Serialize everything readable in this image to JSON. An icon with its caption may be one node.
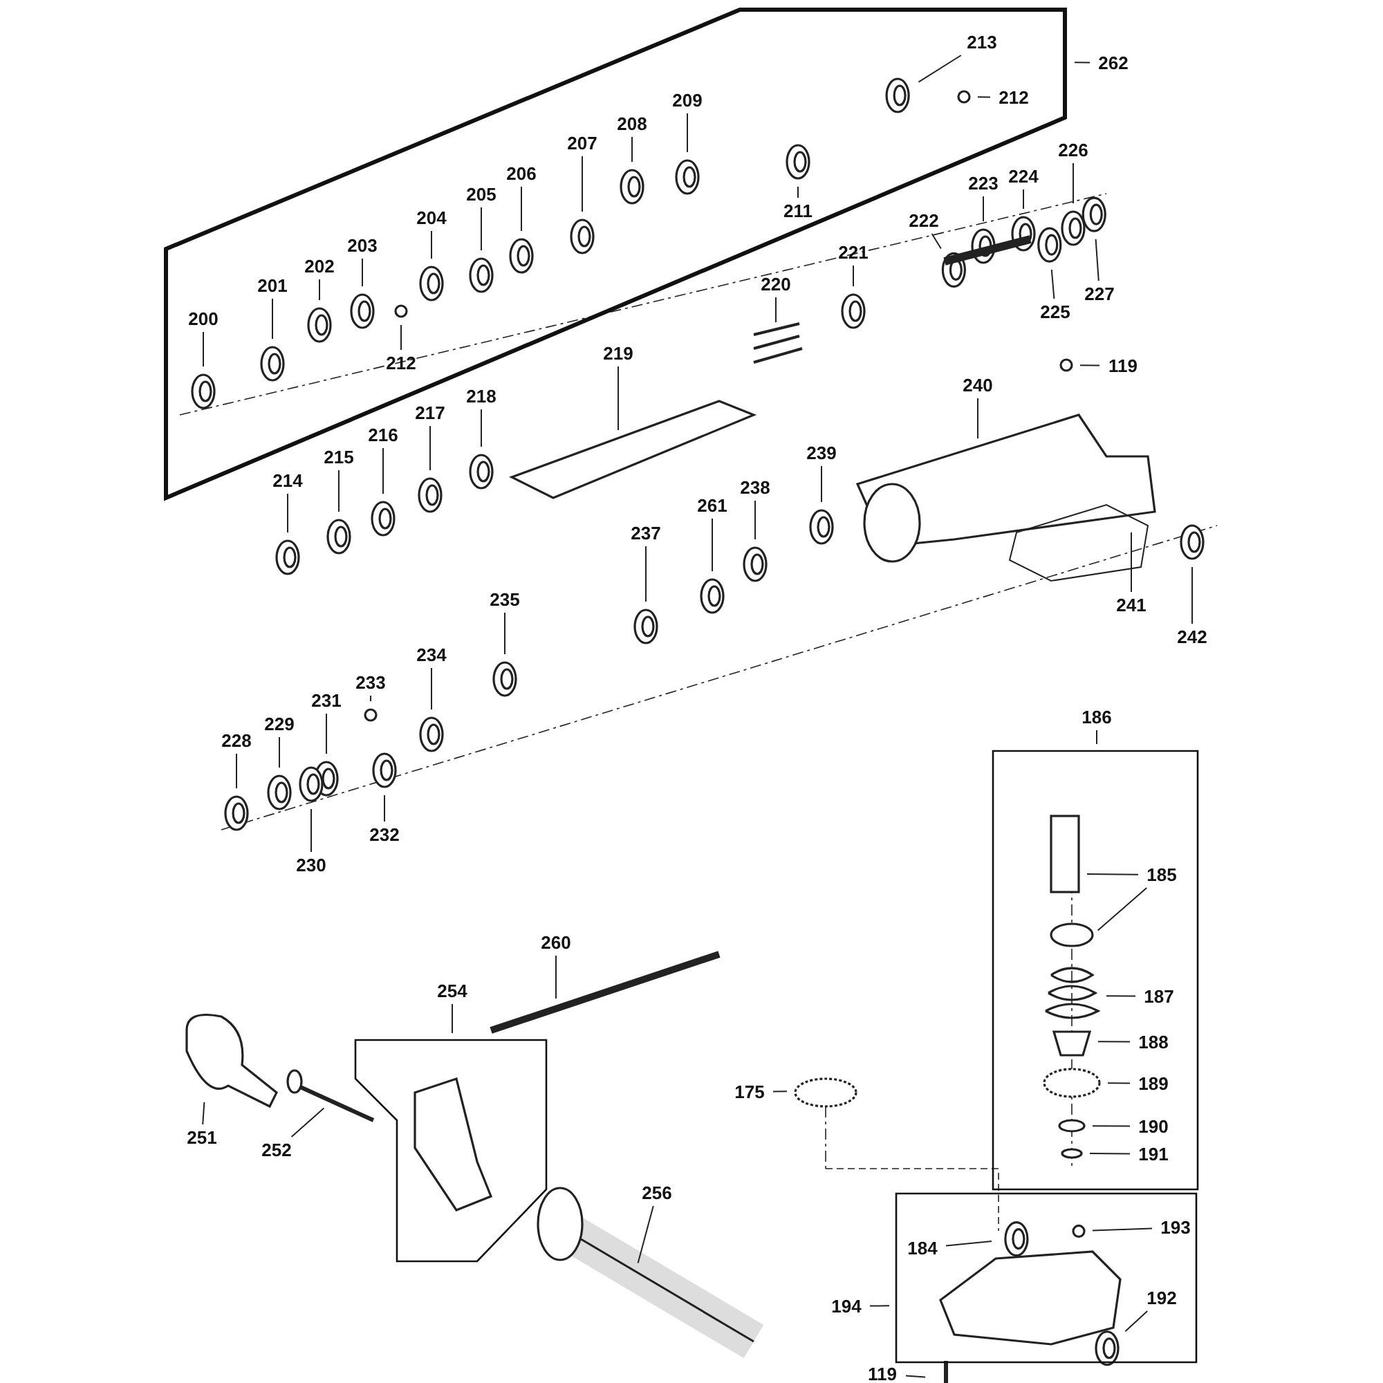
{
  "diagram": {
    "nodes": [
      {
        "text": [
          "262"
        ]
      },
      {
        "text": [
          "213"
        ],
        "in": 0
      },
      {
        "text": [
          "212"
        ],
        "in": 0
      },
      {
        "text": [
          "209"
        ],
        "in": 0
      },
      {
        "text": [
          "211"
        ],
        "in": 0
      },
      {
        "text": [
          "208"
        ],
        "in": 0
      },
      {
        "text": [
          "207"
        ],
        "in": 0
      },
      {
        "text": [
          "206"
        ],
        "in": 0
      },
      {
        "text": [
          "205"
        ],
        "in": 0
      },
      {
        "text": [
          "204"
        ],
        "in": 0
      },
      {
        "text": [
          "203"
        ],
        "in": 0
      },
      {
        "text": [
          "212"
        ],
        "in": 0
      },
      {
        "text": [
          "202"
        ],
        "in": 0
      },
      {
        "text": [
          "201"
        ],
        "in": 0
      },
      {
        "text": [
          "200"
        ],
        "in": 0
      },
      {
        "text": [
          "226"
        ]
      },
      {
        "text": [
          "224"
        ]
      },
      {
        "text": [
          "223"
        ]
      },
      {
        "text": [
          "222"
        ]
      },
      {
        "text": [
          "221"
        ]
      },
      {
        "text": [
          "227"
        ]
      },
      {
        "text": [
          "225"
        ]
      },
      {
        "text": [
          "220"
        ]
      },
      {
        "text": [
          "119"
        ]
      },
      {
        "text": [
          "219"
        ]
      },
      {
        "text": [
          "240"
        ]
      },
      {
        "text": [
          "218"
        ]
      },
      {
        "text": [
          "217"
        ]
      },
      {
        "text": [
          "216"
        ]
      },
      {
        "text": [
          "215"
        ]
      },
      {
        "text": [
          "214"
        ]
      },
      {
        "text": [
          "239"
        ]
      },
      {
        "text": [
          "238"
        ]
      },
      {
        "text": [
          "261"
        ]
      },
      {
        "text": [
          "237"
        ]
      },
      {
        "text": [
          "241"
        ]
      },
      {
        "text": [
          "242"
        ]
      },
      {
        "text": [
          "235"
        ]
      },
      {
        "text": [
          "234"
        ]
      },
      {
        "text": [
          "233"
        ]
      },
      {
        "text": [
          "231"
        ]
      },
      {
        "text": [
          "228"
        ]
      },
      {
        "text": [
          "229"
        ]
      },
      {
        "text": [
          "232"
        ]
      },
      {
        "text": [
          "230"
        ]
      },
      {
        "text": [
          "186"
        ]
      },
      {
        "text": [
          "185"
        ],
        "in": 45
      },
      {
        "text": [
          "260"
        ]
      },
      {
        "text": [
          "254"
        ]
      },
      {
        "text": [
          "187"
        ],
        "in": 45
      },
      {
        "text": [
          "188"
        ],
        "in": 45
      },
      {
        "text": [
          "175"
        ]
      },
      {
        "text": [
          "189"
        ],
        "in": 45
      },
      {
        "text": [
          "190"
        ],
        "in": 45
      },
      {
        "text": [
          "251"
        ]
      },
      {
        "text": [
          "252"
        ]
      },
      {
        "text": [
          "191"
        ],
        "in": 45
      },
      {
        "text": [
          "256"
        ]
      },
      {
        "text": [
          "194"
        ]
      },
      {
        "text": [
          "193"
        ],
        "in": 58
      },
      {
        "text": [
          "184"
        ],
        "in": 58
      },
      {
        "text": [
          "192"
        ],
        "in": 58
      },
      {
        "text": [
          "119"
        ]
      }
    ],
    "edges": [
      {
        "from": 1,
        "to": null,
        "arrow": "none"
      },
      {
        "from": 2,
        "to": null,
        "arrow": "none"
      },
      {
        "from": 3,
        "to": null,
        "arrow": "none"
      },
      {
        "from": 4,
        "to": null,
        "arrow": "none"
      },
      {
        "from": 5,
        "to": null,
        "arrow": "none"
      },
      {
        "from": 6,
        "to": null,
        "arrow": "none"
      },
      {
        "from": 7,
        "to": null,
        "arrow": "none"
      },
      {
        "from": 8,
        "to": null,
        "arrow": "none"
      },
      {
        "from": 9,
        "to": null,
        "arrow": "none"
      },
      {
        "from": 10,
        "to": null,
        "arrow": "none"
      },
      {
        "from": 11,
        "to": null,
        "arrow": "none"
      },
      {
        "from": 12,
        "to": null,
        "arrow": "none"
      },
      {
        "from": 13,
        "to": null,
        "arrow": "none"
      },
      {
        "from": 14,
        "to": null,
        "arrow": "none"
      },
      {
        "from": 15,
        "to": null,
        "arrow": "none"
      },
      {
        "from": 16,
        "to": null,
        "arrow": "none"
      },
      {
        "from": 17,
        "to": null,
        "arrow": "none"
      },
      {
        "from": 18,
        "to": null,
        "arrow": "none"
      },
      {
        "from": 19,
        "to": null,
        "arrow": "none"
      },
      {
        "from": 20,
        "to": null,
        "arrow": "none"
      },
      {
        "from": 21,
        "to": null,
        "arrow": "none"
      },
      {
        "from": 22,
        "to": null,
        "arrow": "none"
      },
      {
        "from": 23,
        "to": null,
        "arrow": "none"
      },
      {
        "from": 24,
        "to": null,
        "arrow": "none"
      },
      {
        "from": 25,
        "to": null,
        "arrow": "none"
      },
      {
        "from": 26,
        "to": null,
        "arrow": "none"
      },
      {
        "from": 27,
        "to": null,
        "arrow": "none"
      },
      {
        "from": 28,
        "to": null,
        "arrow": "none"
      },
      {
        "from": 29,
        "to": null,
        "arrow": "none"
      },
      {
        "from": 30,
        "to": null,
        "arrow": "none"
      },
      {
        "from": 31,
        "to": null,
        "arrow": "none"
      },
      {
        "from": 32,
        "to": null,
        "arrow": "none"
      },
      {
        "from": 33,
        "to": null,
        "arrow": "none"
      },
      {
        "from": 34,
        "to": null,
        "arrow": "none"
      },
      {
        "from": 35,
        "to": null,
        "arrow": "none"
      },
      {
        "from": 36,
        "to": null,
        "arrow": "none"
      },
      {
        "from": 37,
        "to": null,
        "arrow": "none"
      },
      {
        "from": 38,
        "to": null,
        "arrow": "none"
      },
      {
        "from": 39,
        "to": null,
        "arrow": "none"
      },
      {
        "from": 40,
        "to": null,
        "arrow": "none"
      },
      {
        "from": 41,
        "to": null,
        "arrow": "none"
      },
      {
        "from": 42,
        "to": null,
        "arrow": "none"
      },
      {
        "from": 43,
        "to": null,
        "arrow": "none"
      },
      {
        "from": 44,
        "to": null,
        "arrow": "none"
      },
      {
        "from": 46,
        "to": null,
        "arrow": "none"
      },
      {
        "from": 46,
        "to": null,
        "arrow": "none"
      },
      {
        "from": 47,
        "to": null,
        "arrow": "none"
      },
      {
        "from": 49,
        "to": null,
        "arrow": "none"
      },
      {
        "from": 50,
        "to": null,
        "arrow": "none"
      },
      {
        "from": 51,
        "to": null,
        "arrow": "none"
      },
      {
        "from": 52,
        "to": null,
        "arrow": "none"
      },
      {
        "from": 53,
        "to": null,
        "arrow": "none"
      },
      {
        "from": 54,
        "to": null,
        "arrow": "none"
      },
      {
        "from": 55,
        "to": null,
        "arrow": "none"
      },
      {
        "from": 56,
        "to": null,
        "arrow": "none"
      },
      {
        "from": 57,
        "to": null,
        "arrow": "none"
      },
      {
        "from": 59,
        "to": null,
        "arrow": "none"
      },
      {
        "from": 60,
        "to": null,
        "arrow": "none"
      },
      {
        "from": 61,
        "to": null,
        "arrow": "none"
      },
      {
        "from": 62,
        "to": null,
        "arrow": "none"
      },
      {
        "from": 0,
        "to": null,
        "arrow": "none"
      },
      {
        "from": 45,
        "to": null,
        "arrow": "none"
      },
      {
        "from": 48,
        "to": null,
        "arrow": "none"
      },
      {
        "from": 58,
        "to": null,
        "arrow": "none"
      }
    ]
  }
}
